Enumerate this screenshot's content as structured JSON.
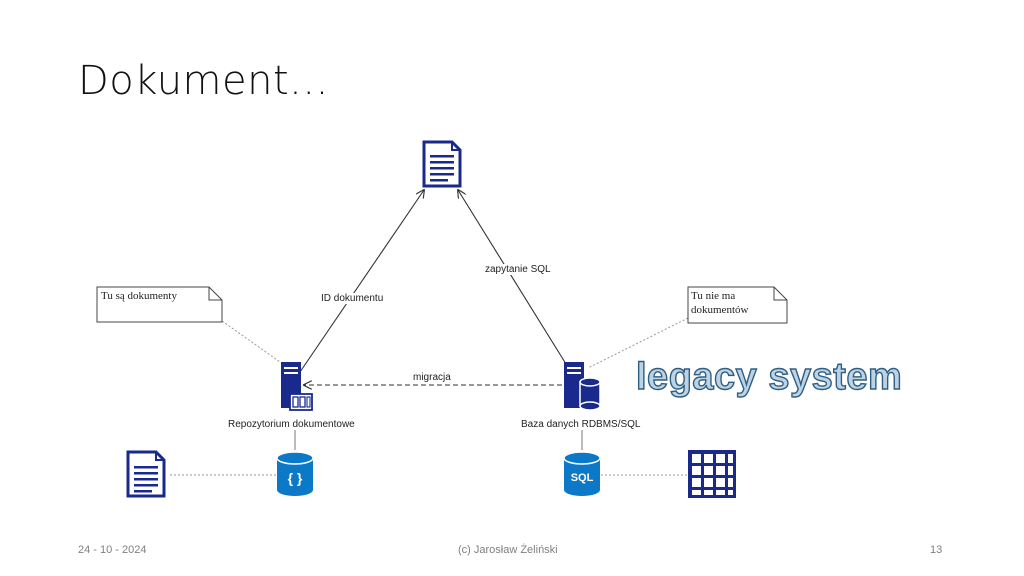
{
  "slide": {
    "title": "Dokument...",
    "footer_date": "24 - 10 - 2024",
    "footer_author": "(c) Jarosław Żeliński",
    "page_number": "13"
  },
  "diagram": {
    "notes": {
      "left": "Tu są dokumenty",
      "right_line1": "Tu nie ma",
      "right_line2": "dokumentów"
    },
    "edges": {
      "left_up": "ID dokumentu",
      "right_up": "zapytanie SQL",
      "migration": "migracja"
    },
    "nodes": {
      "repository": "Repozytorium dokumentowe",
      "database": "Baza danych RDBMS/SQL"
    },
    "icons": {
      "top": "document-icon",
      "left_server": "server-with-document-store-icon",
      "right_server": "server-with-database-icon",
      "json_store": "json-database-icon",
      "sql_store": "sql-database-icon",
      "doc_bottom": "document-icon",
      "grid": "table-grid-icon",
      "sql_text": "SQL",
      "json_text": "{ }"
    },
    "legacy_label": "legacy system",
    "colors": {
      "navy": "#1a2a8c",
      "blue": "#0b78c8",
      "legacy_fill": "#bcd3e6",
      "legacy_stroke": "#2f5e83"
    }
  }
}
